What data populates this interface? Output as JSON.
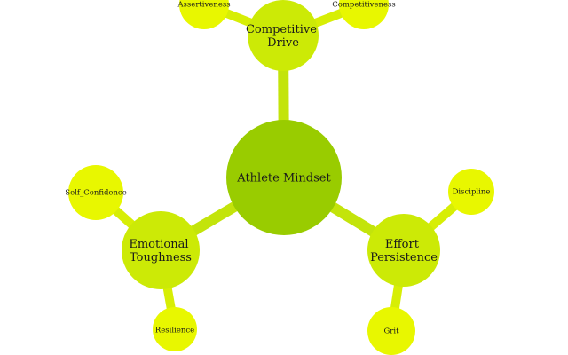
{
  "colors": {
    "root": "#99cc00",
    "mid": "#ccea06",
    "leaf": "#e8f700",
    "edge_root": "#c3e40b",
    "edge_leaf": "#d7ee05",
    "text": "#1a1a1a"
  },
  "root": {
    "label": "Athlete Mindset"
  },
  "branches": [
    {
      "label_lines": [
        "Competitive",
        "Drive"
      ],
      "leaves": [
        {
          "label": "Assertiveness"
        },
        {
          "label": "Competitiveness"
        }
      ]
    },
    {
      "label_lines": [
        "Emotional",
        "Toughness"
      ],
      "leaves": [
        {
          "label": "Self_Confidence"
        },
        {
          "label": "Resilience"
        }
      ]
    },
    {
      "label_lines": [
        "Effort",
        "Persistence"
      ],
      "leaves": [
        {
          "label": "Discipline"
        },
        {
          "label": "Grit"
        }
      ]
    }
  ]
}
